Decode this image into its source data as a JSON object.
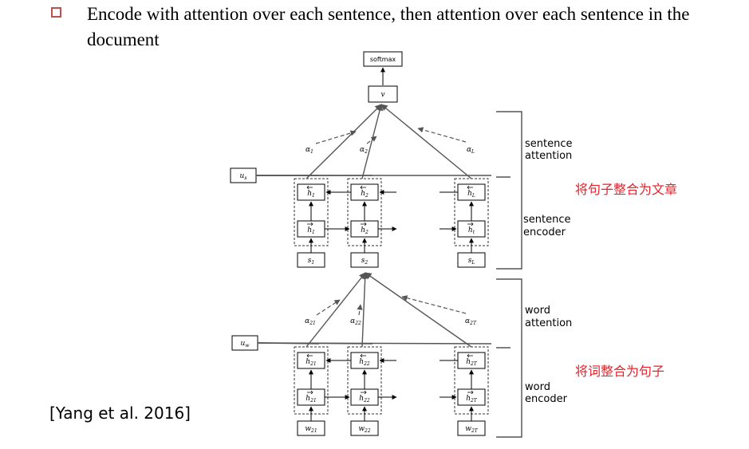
{
  "bullet": {
    "text": "Encode with attention over each sentence, then attention over each sentence in the document"
  },
  "citation": "[Yang et al. 2016]",
  "notes": {
    "sentence_to_document": "将句子整合为文章",
    "words_to_sentence": "将词整合为句子"
  },
  "diagram": {
    "top": {
      "softmax": "softmax",
      "v": "v"
    },
    "sentence_level": {
      "context_vector": "u",
      "context_sub": "s",
      "alphas": [
        {
          "base": "α",
          "sub": "1"
        },
        {
          "base": "α",
          "sub": "2"
        },
        {
          "base": "α",
          "sub": "L"
        }
      ],
      "backward": [
        {
          "base": "h",
          "sub": "1"
        },
        {
          "base": "h",
          "sub": "2"
        },
        {
          "base": "h",
          "sub": "L"
        }
      ],
      "forward": [
        {
          "base": "h",
          "sub": "1"
        },
        {
          "base": "h",
          "sub": "2"
        },
        {
          "base": "h",
          "sub": "t"
        }
      ],
      "inputs": [
        {
          "base": "s",
          "sub": "1"
        },
        {
          "base": "s",
          "sub": "2"
        },
        {
          "base": "s",
          "sub": "L"
        }
      ],
      "attention_label": [
        "sentence",
        "attention"
      ],
      "encoder_label": [
        "sentence",
        "encoder"
      ]
    },
    "word_level": {
      "context_vector": "u",
      "context_sub": "w",
      "alphas": [
        {
          "base": "α",
          "sub": "21"
        },
        {
          "base": "α",
          "sub": "22"
        },
        {
          "base": "α",
          "sub": "2T"
        }
      ],
      "backward": [
        {
          "base": "h",
          "sub": "21"
        },
        {
          "base": "h",
          "sub": "22"
        },
        {
          "base": "h",
          "sub": "2T"
        }
      ],
      "forward": [
        {
          "base": "h",
          "sub": "21"
        },
        {
          "base": "h",
          "sub": "22"
        },
        {
          "base": "h",
          "sub": "2T"
        }
      ],
      "inputs": [
        {
          "base": "w",
          "sub": "21"
        },
        {
          "base": "w",
          "sub": "22"
        },
        {
          "base": "w",
          "sub": "2T"
        }
      ],
      "attention_label": [
        "word",
        "attention"
      ],
      "encoder_label": [
        "word",
        "encoder"
      ]
    }
  }
}
